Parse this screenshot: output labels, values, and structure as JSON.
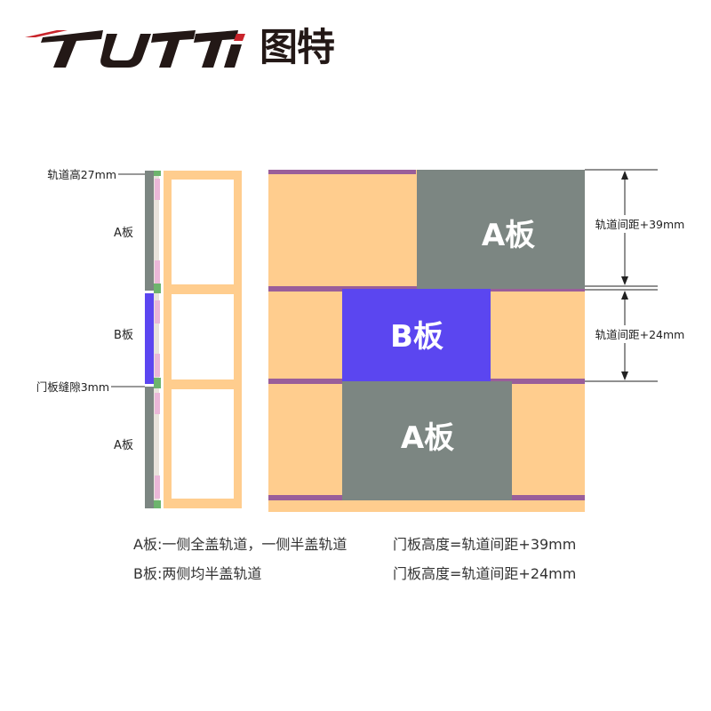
{
  "logo": {
    "brand_latin": "TUTTi",
    "brand_cn": "图特"
  },
  "side_labels": {
    "track_height": "轨道高27mm",
    "top_panel": "A板",
    "middle_panel": "B板",
    "gap": "门板缝隙3mm",
    "bottom_panel": "A板"
  },
  "panels": {
    "top": "A板",
    "middle": "B板",
    "bottom": "A板"
  },
  "dimensions": {
    "upper_spacing": "轨道间距+39mm",
    "lower_spacing": "轨道间距+24mm"
  },
  "legend": {
    "a_desc": "A板:一侧全盖轨道，一侧半盖轨道",
    "a_formula": "门板高度=轨道间距+39mm",
    "b_desc": "B板:两侧均半盖轨道",
    "b_formula": "门板高度=轨道间距+24mm"
  },
  "colors": {
    "panel_a": "#7c8682",
    "panel_b": "#5b46f0",
    "cabinet": "#ffcd8e",
    "track": "#9a5e9a",
    "logo_red": "#c9242b",
    "logo_dark": "#231816"
  }
}
